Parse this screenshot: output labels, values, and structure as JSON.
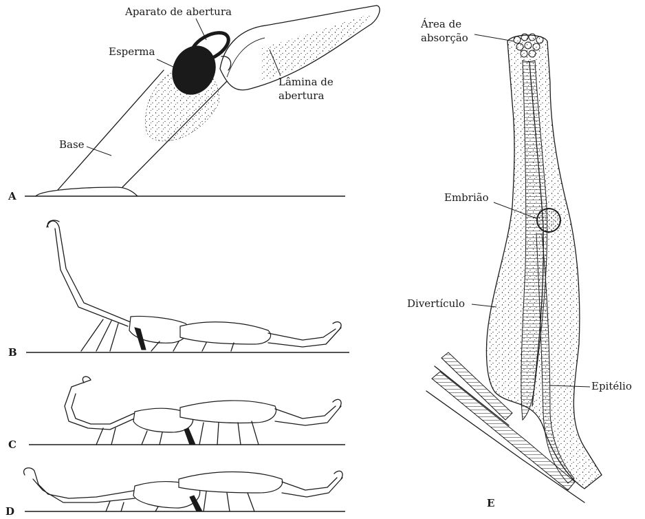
{
  "panels": {
    "a": {
      "letter": "A",
      "labels": {
        "aparato": "Aparato de abertura",
        "esperma": "Esperma",
        "lamina_1": "Lâmina de",
        "lamina_2": "abertura",
        "base": "Base"
      }
    },
    "b": {
      "letter": "B"
    },
    "c": {
      "letter": "C"
    },
    "d": {
      "letter": "D"
    },
    "e": {
      "letter": "E",
      "labels": {
        "area_1": "Área de",
        "area_2": "absorção",
        "embriao": "Embrião",
        "diverticulo": "Divertículo",
        "epitelio": "Epitélio"
      }
    }
  },
  "colors": {
    "ink": "#1a1a1a",
    "paper": "#ffffff"
  }
}
